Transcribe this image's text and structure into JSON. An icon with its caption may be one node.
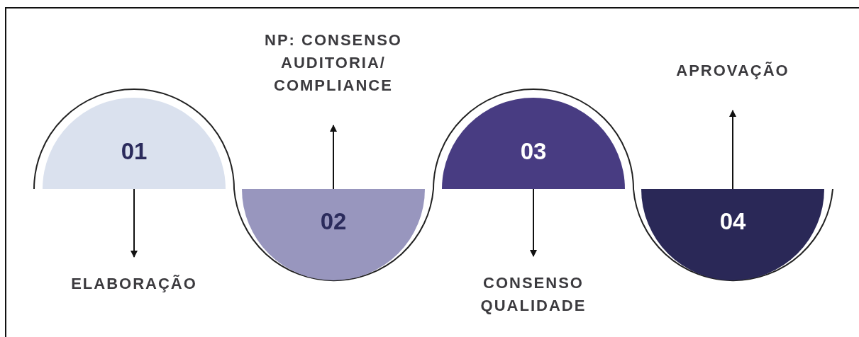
{
  "diagram": {
    "nodes": [
      {
        "text": [
          "01"
        ]
      },
      {
        "text": [
          "02"
        ]
      },
      {
        "text": [
          "03"
        ]
      },
      {
        "text": [
          "04"
        ]
      },
      {
        "text": [
          "ELABORAÇÃO"
        ]
      },
      {
        "text": [
          "NP: CONSENSO AUDITORIA/ COMPLIANCE"
        ]
      },
      {
        "text": [
          "CONSENSO QUALIDADE"
        ]
      },
      {
        "text": [
          "APROVAÇÃO"
        ]
      }
    ],
    "edges": [
      {
        "from": 0,
        "to": 4,
        "arrow": "to"
      },
      {
        "from": 1,
        "to": 5,
        "arrow": "to"
      },
      {
        "from": 2,
        "to": 6,
        "arrow": "to"
      },
      {
        "from": 3,
        "to": 7,
        "arrow": "to"
      }
    ]
  }
}
